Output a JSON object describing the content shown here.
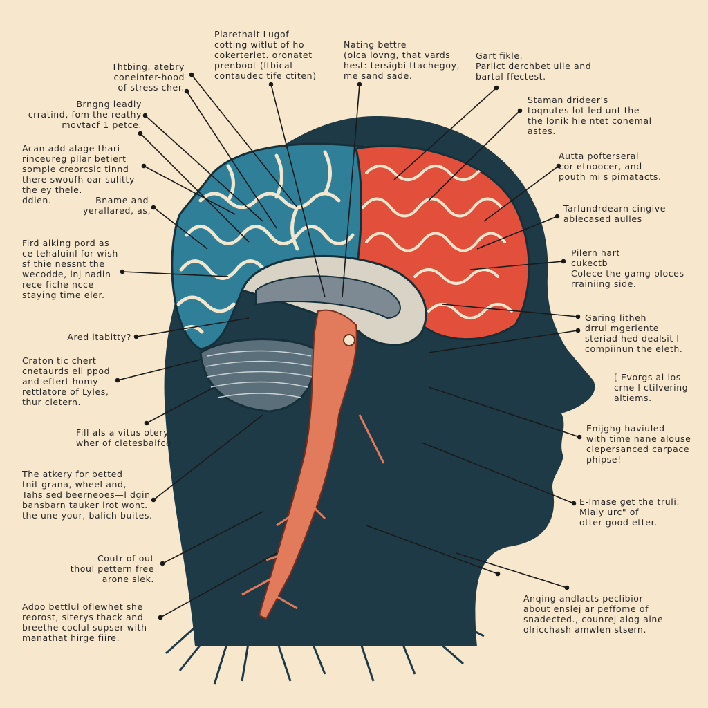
{
  "colors": {
    "background": "#f7e7cd",
    "head": "#1f3a47",
    "left_hemisphere": "#2f7f99",
    "right_hemisphere": "#e2503b",
    "brainstem": "#e27b5c",
    "gyri_highlight": "#f3e6cf",
    "text": "#262626"
  },
  "labels": [
    {
      "id": "plarethalt",
      "lines": [
        "Plarethalt Lugof",
        "cotting witlut of ho",
        "cokerteriet. oronatet",
        "prenboot (ltbical",
        "contaudec tife ctiten)"
      ]
    },
    {
      "id": "thtbing",
      "lines": [
        "Thtbing. atebry",
        "coneinter-hood",
        "of stress cher."
      ]
    },
    {
      "id": "brngng",
      "lines": [
        "Brngng leadly",
        "crratind, fom the reathy",
        "movtacf 1 petce."
      ]
    },
    {
      "id": "acan",
      "lines": [
        "Acan add alage thari",
        "rinceureg pllar betiert",
        "somple creorcsic tinnd",
        "there swoufh oar sulitty",
        "the ey thele.",
        "ddien."
      ]
    },
    {
      "id": "bname",
      "lines": [
        "Bname and",
        "yerallared, as,"
      ]
    },
    {
      "id": "fird",
      "lines": [
        "Fird aiking pord as",
        "ce tehaluinl for wish",
        "sf thie nessnt the",
        "wecodde, lnj nadin",
        "rece fiche ncce",
        "staying time eler."
      ]
    },
    {
      "id": "ared",
      "lines": [
        "Ared ltabitty?"
      ]
    },
    {
      "id": "craton",
      "lines": [
        "Craton tic chert",
        "cnetaurds eli ppod",
        "and eftert homy",
        "rettlatore of Lyles,",
        "thur cletern."
      ]
    },
    {
      "id": "fill",
      "lines": [
        "Fill als a vitus otery",
        "wher of cletesbalfce"
      ]
    },
    {
      "id": "atkery",
      "lines": [
        "The atkery for betted",
        "tnit grana, wheel and,",
        "Tahs sed beerneoes—l dgin",
        "bansbarn tauker irot wont.",
        "the une your, balich buites."
      ]
    },
    {
      "id": "coutr",
      "lines": [
        "Coutr of out",
        "thoul pettern free",
        "arone siek."
      ]
    },
    {
      "id": "adoo",
      "lines": [
        "Adoo bettlul oflewhet she",
        "reorost, siterys thack and",
        "breethe coclul supser with",
        "manathat hirge fiire."
      ]
    },
    {
      "id": "nating",
      "lines": [
        "Nating bettre",
        "(olca lovng, that vards",
        "hest: tersigbi ttachegoy,",
        "me sand sade."
      ]
    },
    {
      "id": "gart",
      "lines": [
        "Gart fikle.",
        "Parlict derchbet uile and",
        "bartal ffectest."
      ]
    },
    {
      "id": "staman",
      "lines": [
        "Staman drideer's",
        "toqnutes lot led unt the",
        "the lonik hie ntet conemal",
        "astes."
      ]
    },
    {
      "id": "autta",
      "lines": [
        "Autta pofterseral",
        "cor etnoocer, and",
        "pouth mi's pimatacts."
      ]
    },
    {
      "id": "tarlund",
      "lines": [
        "Tarlundrdearn cingive",
        "ablecased aulles"
      ]
    },
    {
      "id": "pilern",
      "lines": [
        "Pilern hart",
        "cukectb",
        "Colece the gamg ploces",
        "rrainiing side."
      ]
    },
    {
      "id": "garing",
      "lines": [
        "Garing litheh",
        "drrul mgeriente",
        "steriad hed dealsit l",
        "compiinun the eleth."
      ]
    },
    {
      "id": "evorgs",
      "lines": [
        "[ Evorgs al los",
        "crne l ctilvering",
        "altiems."
      ]
    },
    {
      "id": "enijghg",
      "lines": [
        "Enijghg haviuled",
        "with time nane alouse",
        "clepersanced carpace",
        "phipse!"
      ]
    },
    {
      "id": "elmase",
      "lines": [
        "E-lmase get the truli:",
        "Mialy urc\"  of",
        "otter good etter."
      ]
    },
    {
      "id": "anging",
      "lines": [
        "Anqing andlacts peclibior",
        "about enslej ar peffome of",
        "snadected., counrej alog aine",
        "olricchash amwlen stsern."
      ]
    }
  ]
}
